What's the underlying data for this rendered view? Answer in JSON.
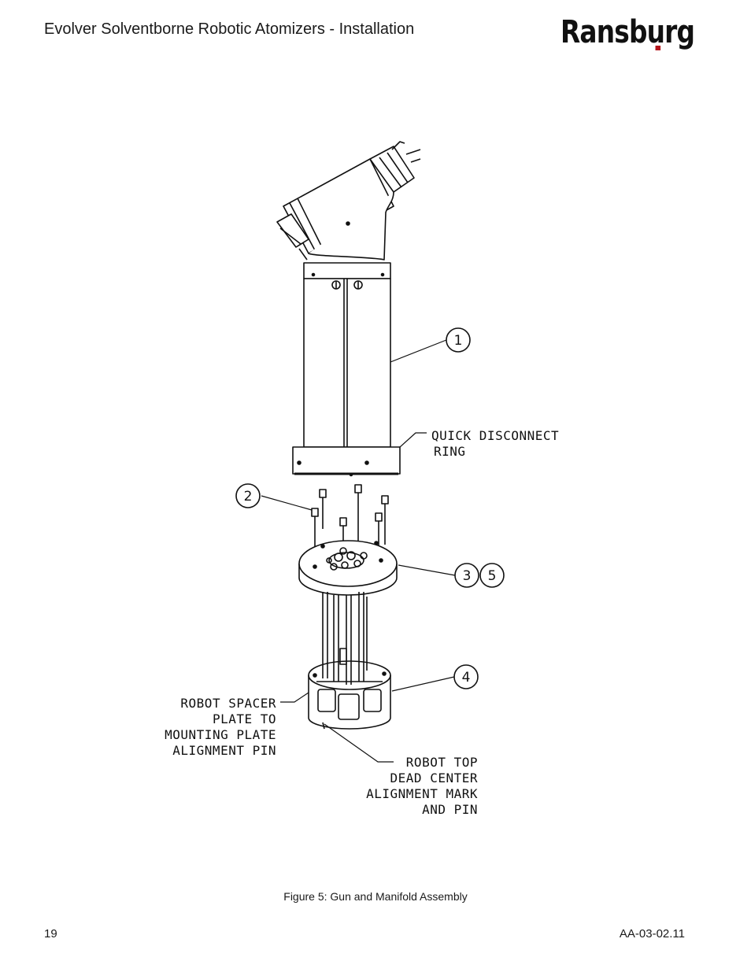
{
  "header": {
    "title": "Evolver Solventborne Robotic Atomizers - Installation",
    "logo": "Ransburg"
  },
  "figure": {
    "callouts": {
      "item_1": "1",
      "item_2": "2",
      "item_3": "3",
      "item_4": "4",
      "item_5": "5"
    },
    "labels": {
      "quick_disconnect": [
        "QUICK DISCONNECT",
        "RING"
      ],
      "spacer_pin": [
        "ROBOT SPACER",
        "PLATE TO",
        "MOUNTING PLATE",
        "ALIGNMENT PIN"
      ],
      "top_dead_center": [
        "ROBOT TOP",
        "DEAD CENTER",
        "ALIGNMENT MARK",
        "AND PIN"
      ]
    },
    "caption": "Figure 5:  Gun and Manifold Assembly"
  },
  "footer": {
    "page_number": "19",
    "doc_code": "AA-03-02.11"
  }
}
